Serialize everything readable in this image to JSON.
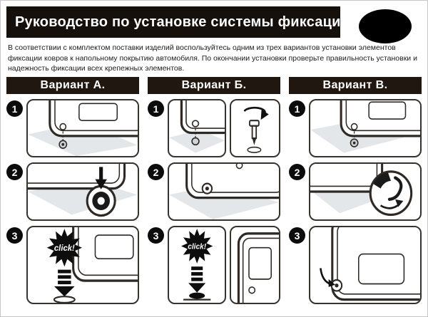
{
  "header": {
    "title": "Руководство по установке системы фиксации"
  },
  "intro": "В соответствии с комплектом поставки изделий воспользуйтесь одним из трех вариантов установки элементов фиксации ковров к напольному покрытию автомобиля. По окончании установки проверьте правильность установки и надежность фиксации всех крепежных элементов.",
  "click_label": "click!",
  "variants": [
    {
      "label": "Вариант А.",
      "steps": [
        "1",
        "2",
        "3"
      ]
    },
    {
      "label": "Вариант Б.",
      "steps": [
        "1",
        "2",
        "3"
      ]
    },
    {
      "label": "Вариант В.",
      "steps": [
        "1",
        "2",
        "3"
      ]
    }
  ],
  "colors": {
    "header_bg": "#16100c",
    "panel_bg": "#201710",
    "line": "#2e2924",
    "carpet": "#e4e7ea"
  }
}
